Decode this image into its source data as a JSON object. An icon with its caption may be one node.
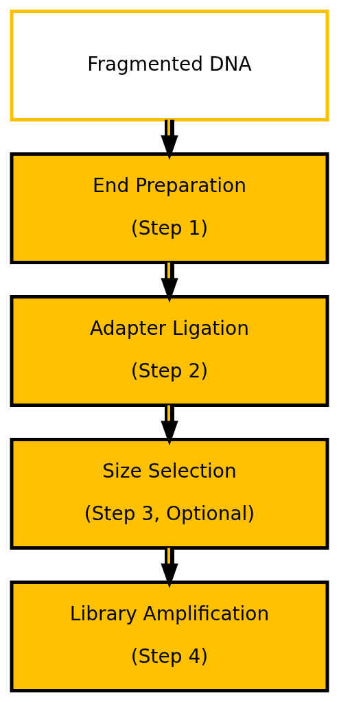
{
  "diagram": {
    "nodes": [
      {
        "text": [
          "Fragmented DNA"
        ]
      },
      {
        "text": [
          "End Preparation",
          "(Step 1)"
        ]
      },
      {
        "text": [
          "Adapter Ligation",
          "(Step 2)"
        ]
      },
      {
        "text": [
          "Size Selection",
          "(Step 3, Optional)"
        ]
      },
      {
        "text": [
          "Library Amplification",
          "(Step 4)"
        ]
      }
    ],
    "edges": [
      {
        "from": 0,
        "to": 1,
        "arrow": "to"
      },
      {
        "from": 1,
        "to": 2,
        "arrow": "to"
      },
      {
        "from": 2,
        "to": 3,
        "arrow": "to"
      },
      {
        "from": 3,
        "to": 4,
        "arrow": "to"
      }
    ]
  }
}
